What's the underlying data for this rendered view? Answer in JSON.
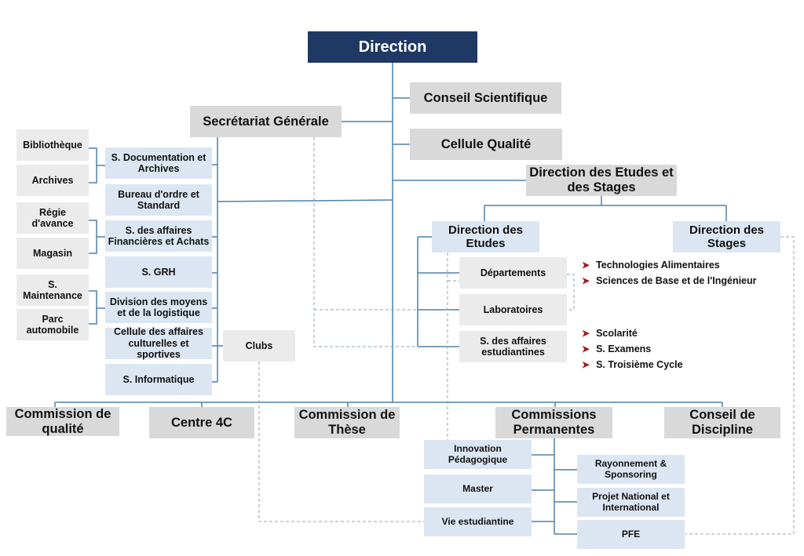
{
  "colors": {
    "direction_fill": "#1f3864",
    "primary_fill": "#d9d9d9",
    "secondary_fill": "#ebebeb",
    "service_fill": "#dce6f2",
    "connector": "#4f81a8",
    "dashed_connector": "#8ea4b8",
    "bullet_arrow": "#a01c1c"
  },
  "top": {
    "direction": "Direction",
    "conseil_scientifique": "Conseil Scientifique",
    "cellule_qualite": "Cellule Qualité",
    "secretariat": "Secrétariat Générale",
    "direction_etudes_stages": "Direction des Etudes et des Stages"
  },
  "secretariat_services": [
    {
      "label": "S. Documentation et Archives"
    },
    {
      "label": "Bureau d'ordre et Standard"
    },
    {
      "label": "S. des affaires Financières et Achats"
    },
    {
      "label": "S. GRH"
    },
    {
      "label": "Division des moyens et de la logistique"
    },
    {
      "label": "Cellule des affaires culturelles et sportives"
    },
    {
      "label": "S. Informatique"
    }
  ],
  "sub_units": [
    {
      "label": "Bibliothèque"
    },
    {
      "label": "Archives"
    },
    {
      "label": "Régie d'avance"
    },
    {
      "label": "Magasin"
    },
    {
      "label": "S. Maintenance"
    },
    {
      "label": "Parc automobile"
    }
  ],
  "clubs": "Clubs",
  "etudes": {
    "direction_etudes": "Direction des Etudes",
    "direction_stages": "Direction des Stages",
    "units": [
      {
        "label": "Départements"
      },
      {
        "label": "Laboratoires"
      },
      {
        "label": "S. des affaires estudiantines"
      }
    ],
    "departements_list": [
      "Technologies Alimentaires",
      "Sciences de Base et de l'Ingénieur"
    ],
    "affaires_list": [
      "Scolarité",
      "S. Examens",
      "S. Troisième Cycle"
    ],
    "bullet_icon": "arrowhead-right"
  },
  "commissions": [
    {
      "label": "Commission de qualité"
    },
    {
      "label": "Centre 4C"
    },
    {
      "label": "Commission de Thèse"
    },
    {
      "label": "Commissions Permanentes"
    },
    {
      "label": "Conseil de Discipline"
    }
  ],
  "permanentes_left": [
    {
      "label": "Innovation Pédagogique"
    },
    {
      "label": "Master"
    },
    {
      "label": "Vie estudiantine"
    }
  ],
  "permanentes_right": [
    {
      "label": "Rayonnement & Sponsoring"
    },
    {
      "label": "Projet National et International"
    },
    {
      "label": "PFE"
    }
  ]
}
